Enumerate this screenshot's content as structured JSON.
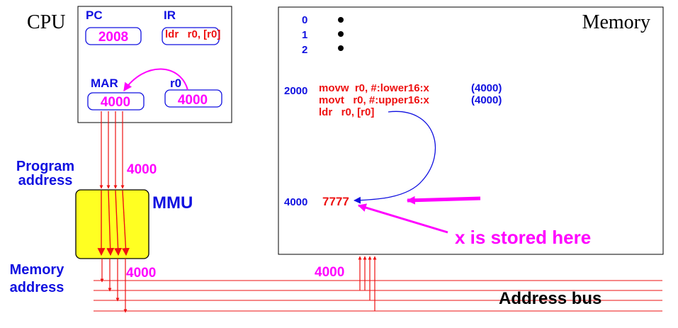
{
  "colors": {
    "blue": "#1010e0",
    "red": "#ee1111",
    "magenta": "#ff00ff",
    "mmu_fill": "#ffff22",
    "black": "#000000"
  },
  "cpu": {
    "title": "CPU",
    "pc_label": "PC",
    "pc_value": "2008",
    "ir_label": "IR",
    "ir_value": "ldr   r0, [r0]",
    "mar_label": "MAR",
    "mar_value": "4000",
    "r0_label": "r0",
    "r0_value": "4000"
  },
  "program_address": {
    "line1": "Program",
    "line2": "address",
    "value": "4000"
  },
  "mmu": {
    "label": "MMU"
  },
  "memory_address": {
    "line1": "Memory",
    "line2": "address",
    "value": "4000"
  },
  "memory": {
    "title": "Memory",
    "rows": [
      {
        "addr": "0",
        "mark": "bullet"
      },
      {
        "addr": "1",
        "mark": "bullet"
      },
      {
        "addr": "2",
        "mark": "bullet"
      }
    ],
    "code_addr": "2000",
    "code": [
      {
        "instr": "movw  r0, #:lower16:x",
        "note": "(4000)"
      },
      {
        "instr": "movt   r0, #:upper16:x",
        "note": "(4000)"
      },
      {
        "instr": "ldr   r0, [r0]",
        "note": ""
      }
    ],
    "data_addr": "4000",
    "data_value": "7777"
  },
  "annotation": "x is stored here",
  "bus": {
    "value": "4000",
    "label": "Address bus"
  }
}
